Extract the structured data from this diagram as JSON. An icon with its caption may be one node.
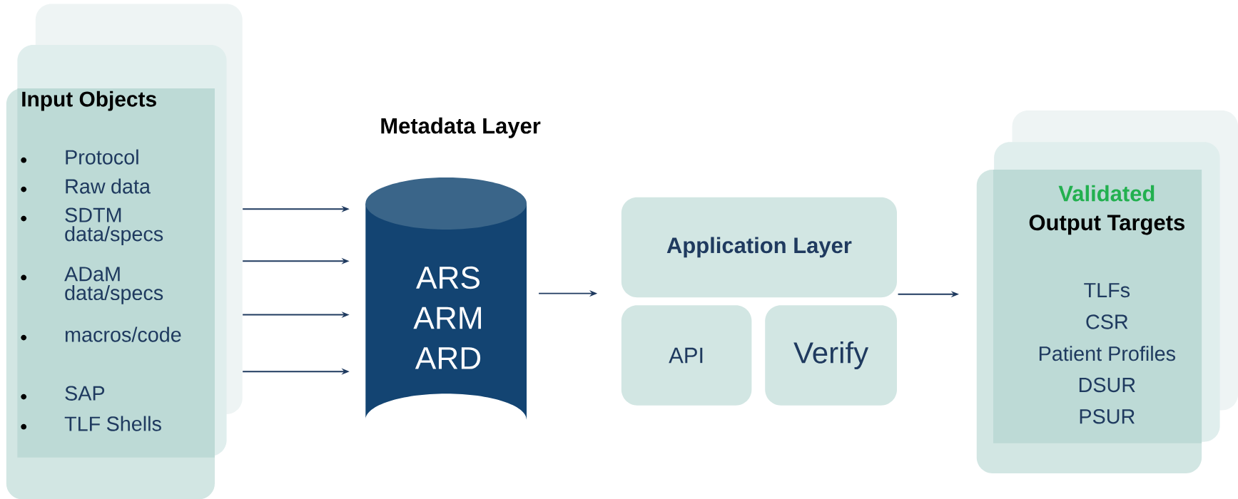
{
  "diagram": {
    "nodes": [
      {
        "text": [
          "Input Objects",
          "Protocol",
          "Raw data",
          "SDTM data/specs",
          "ADaM data/specs",
          "macros/code",
          "SAP",
          "TLF Shells"
        ]
      },
      {
        "text": [
          "Metadata Layer",
          "ARS",
          "ARM",
          "ARD"
        ]
      },
      {
        "text": [
          "Application Layer"
        ]
      },
      {
        "text": [
          "API"
        ]
      },
      {
        "text": [
          "Verify"
        ]
      },
      {
        "text": [
          "Validated",
          "Output Targets",
          "TLFs",
          "CSR",
          "Patient Profiles",
          "DSUR",
          "PSUR"
        ]
      }
    ],
    "edges": [
      {
        "from": 0,
        "to": 1,
        "arrow": "to"
      },
      {
        "from": 0,
        "to": 1,
        "arrow": "to"
      },
      {
        "from": 0,
        "to": 1,
        "arrow": "to"
      },
      {
        "from": 0,
        "to": 1,
        "arrow": "to"
      },
      {
        "from": 1,
        "to": 2,
        "arrow": "to"
      },
      {
        "from": 2,
        "to": 5,
        "arrow": "to"
      }
    ]
  }
}
